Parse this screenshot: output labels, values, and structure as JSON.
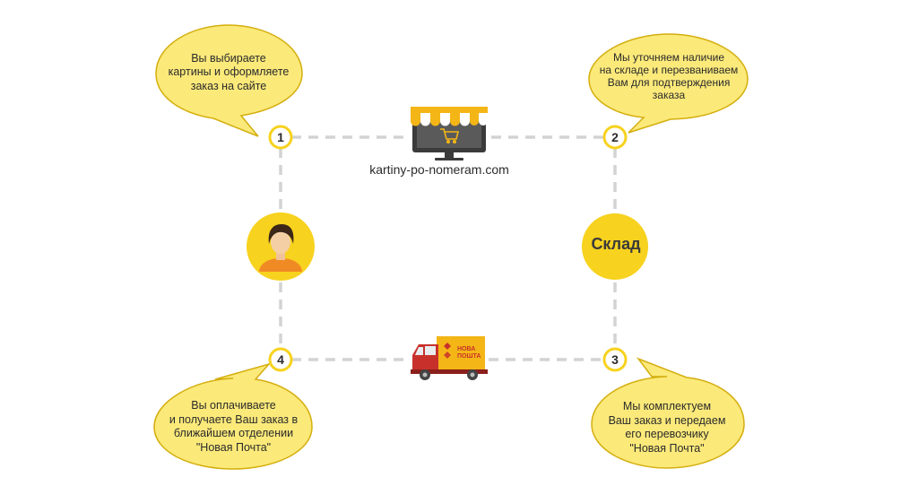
{
  "steps": [
    {
      "number": "1",
      "text": "Вы выбираете\nкартины и оформляете\nзаказ на сайте"
    },
    {
      "number": "2",
      "text": "Мы уточняем наличие\nна складе и перезваниваем\nВам для подтверждения\nзаказа"
    },
    {
      "number": "3",
      "text": "Мы комплектуем\nВаш заказ и передаем\nего перевозчику\n\"Новая Почта\""
    },
    {
      "number": "4",
      "text": "Вы оплачиваете\nи получаете Ваш заказ в\nближайшем отделении\n\"Новая Почта\""
    }
  ],
  "site": {
    "label": "kartiny-po-nomeram.com"
  },
  "warehouse": {
    "label": "Склад"
  },
  "truck": {
    "logo_line1": "НОВА",
    "logo_line2": "ПОШТА"
  },
  "colors": {
    "accent": "#f7d21e",
    "bubble_border": "#d4ae0d",
    "bubble_fill": "#fbe97a",
    "dash": "#d3d3d3",
    "truck_red": "#c8312b",
    "truck_yellow": "#f4b616"
  },
  "icons": [
    "store-monitor-icon",
    "person-avatar-icon",
    "warehouse-icon",
    "delivery-truck-icon",
    "cart-icon"
  ]
}
